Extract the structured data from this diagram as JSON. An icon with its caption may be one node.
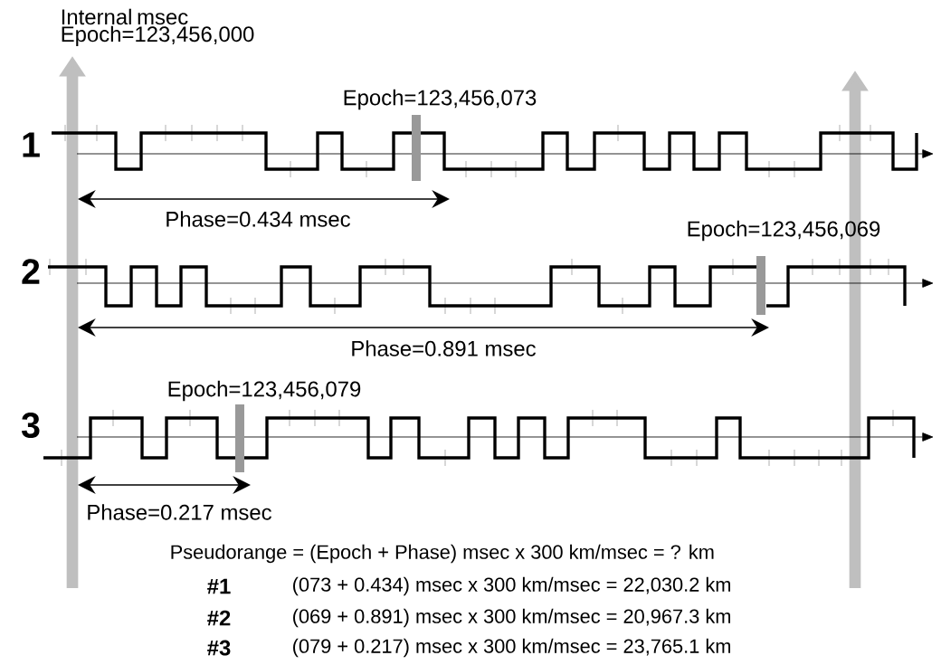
{
  "diagram": {
    "labels": [
      "Internal msec Epoch=123,456,000",
      "Epoch=123,456,073",
      "1",
      "Phase=0.434 msec",
      "Epoch=123,456,069",
      "2",
      "Phase=0.891 msec",
      "Epoch=123,456,079",
      "3",
      "Phase=0.217 msec",
      "Pseudorange = (Epoch + Phase) msec x 300 km/msec = ? km",
      "#1",
      "(073 + 0.434) msec x 300 km/msec = 22,030.2 km",
      "#2",
      "(069 + 0.891) msec x 300 km/msec = 20,967.3 km",
      "#3",
      "(079 + 0.217) msec x 300 km/msec = 23,765.1 km"
    ]
  }
}
